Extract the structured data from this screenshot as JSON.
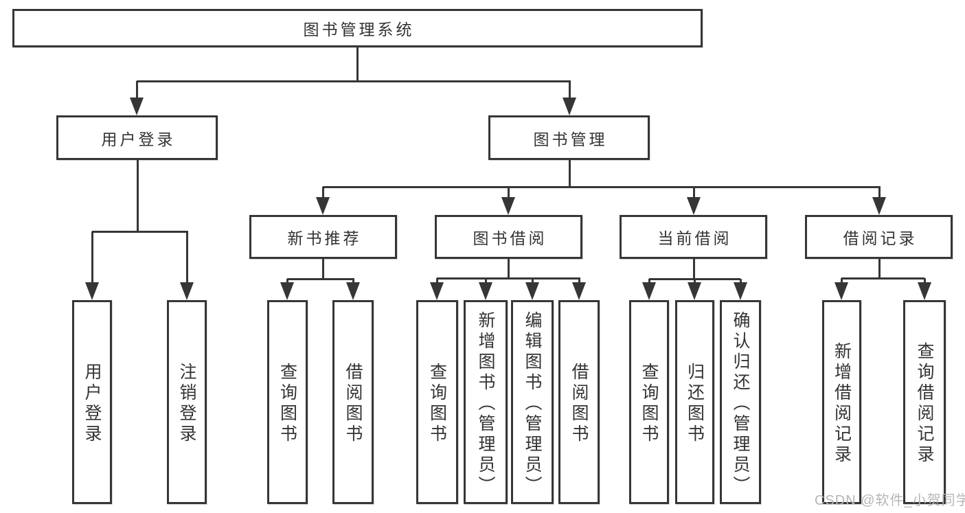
{
  "diagram": {
    "title": "图书管理系统",
    "watermark": "CSDN @软件_小贺同学",
    "colors": {
      "line": "#363636",
      "text": "#333333",
      "background": "#ffffff",
      "watermark": "#b5b6ba"
    },
    "nodes": [
      {
        "id": "root",
        "label": "图书管理系统",
        "level": 1,
        "parent": null
      },
      {
        "id": "user-login",
        "label": "用户登录",
        "level": 2,
        "parent": "root"
      },
      {
        "id": "book-mgmt",
        "label": "图书管理",
        "level": 2,
        "parent": "root"
      },
      {
        "id": "new-book-rec",
        "label": "新书推荐",
        "level": 3,
        "parent": "book-mgmt"
      },
      {
        "id": "book-borrow",
        "label": "图书借阅",
        "level": 3,
        "parent": "book-mgmt"
      },
      {
        "id": "current-borrow",
        "label": "当前借阅",
        "level": 3,
        "parent": "book-mgmt"
      },
      {
        "id": "borrow-history",
        "label": "借阅记录",
        "level": 3,
        "parent": "book-mgmt"
      },
      {
        "id": "leaf-user-login",
        "label": "用户登录",
        "level": 4,
        "parent": "user-login"
      },
      {
        "id": "leaf-logout",
        "label": "注销登录",
        "level": 4,
        "parent": "user-login"
      },
      {
        "id": "leaf-query-book-1",
        "label": "查询图书",
        "level": 4,
        "parent": "new-book-rec"
      },
      {
        "id": "leaf-borrow-book-1",
        "label": "借阅图书",
        "level": 4,
        "parent": "new-book-rec"
      },
      {
        "id": "leaf-query-book-2",
        "label": "查询图书",
        "level": 4,
        "parent": "book-borrow"
      },
      {
        "id": "leaf-add-book",
        "label": "新增图书（管理员）",
        "level": 4,
        "parent": "book-borrow"
      },
      {
        "id": "leaf-edit-book",
        "label": "编辑图书（管理员）",
        "level": 4,
        "parent": "book-borrow"
      },
      {
        "id": "leaf-borrow-book-2",
        "label": "借阅图书",
        "level": 4,
        "parent": "book-borrow"
      },
      {
        "id": "leaf-query-book-3",
        "label": "查询图书",
        "level": 4,
        "parent": "current-borrow"
      },
      {
        "id": "leaf-return-book",
        "label": "归还图书",
        "level": 4,
        "parent": "current-borrow"
      },
      {
        "id": "leaf-confirm-return",
        "label": "确认归还（管理员）",
        "level": 4,
        "parent": "current-borrow"
      },
      {
        "id": "leaf-add-record",
        "label": "新增借阅记录",
        "level": 4,
        "parent": "borrow-history"
      },
      {
        "id": "leaf-query-record",
        "label": "查询借阅记录",
        "level": 4,
        "parent": "borrow-history"
      }
    ]
  }
}
